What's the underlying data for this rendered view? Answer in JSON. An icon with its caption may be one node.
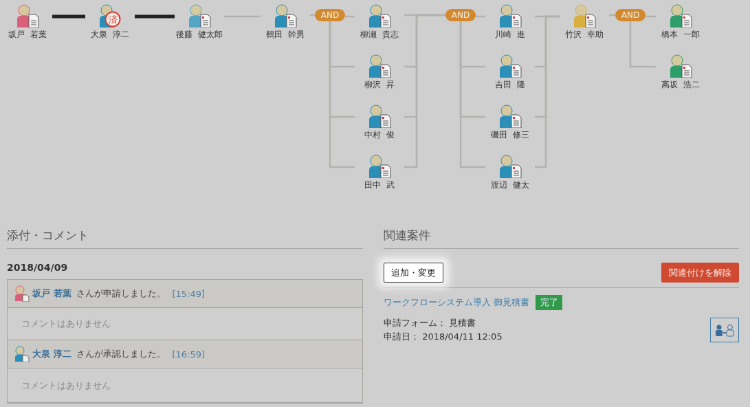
{
  "diagram": {
    "nodes": [
      {
        "text": [
          "坂戸 若葉"
        ]
      },
      {
        "text": [
          "済",
          "大泉 淳二"
        ]
      },
      {
        "text": [
          "後藤 健太郎"
        ]
      },
      {
        "text": [
          "鶴田 幹男"
        ]
      },
      {
        "text": [
          "AND"
        ]
      },
      {
        "text": [
          "柳瀬 貴志"
        ]
      },
      {
        "text": [
          "柳沢 昇"
        ]
      },
      {
        "text": [
          "中村 俊"
        ]
      },
      {
        "text": [
          "田中 武"
        ]
      },
      {
        "text": [
          "AND"
        ]
      },
      {
        "text": [
          "川崎 進"
        ]
      },
      {
        "text": [
          "吉田 隆"
        ]
      },
      {
        "text": [
          "磯田 修三"
        ]
      },
      {
        "text": [
          "渡辺 健太"
        ]
      },
      {
        "text": [
          "竹沢 幸助"
        ]
      },
      {
        "text": [
          "AND"
        ]
      },
      {
        "text": [
          "橋本 一郎"
        ]
      },
      {
        "text": [
          "高坂 浩二"
        ]
      }
    ],
    "edges": [
      {
        "from": 0,
        "to": 1,
        "arrow": "none",
        "style": "thick",
        "color": "#222222"
      },
      {
        "from": 1,
        "to": 2,
        "arrow": "none",
        "style": "thick",
        "color": "#222222"
      },
      {
        "from": 2,
        "to": 3,
        "arrow": "none"
      },
      {
        "from": 3,
        "to": 4,
        "arrow": "none"
      },
      {
        "from": 4,
        "to": 5,
        "arrow": "none"
      },
      {
        "from": 4,
        "to": 6,
        "arrow": "none"
      },
      {
        "from": 4,
        "to": 7,
        "arrow": "none"
      },
      {
        "from": 4,
        "to": 8,
        "arrow": "none"
      },
      {
        "from": 5,
        "to": 9,
        "arrow": "none"
      },
      {
        "from": 6,
        "to": 9,
        "arrow": "none"
      },
      {
        "from": 7,
        "to": 9,
        "arrow": "none"
      },
      {
        "from": 8,
        "to": 9,
        "arrow": "none"
      },
      {
        "from": 9,
        "to": 10,
        "arrow": "none"
      },
      {
        "from": 9,
        "to": 11,
        "arrow": "none"
      },
      {
        "from": 9,
        "to": 12,
        "arrow": "none"
      },
      {
        "from": 9,
        "to": 13,
        "arrow": "none"
      },
      {
        "from": 10,
        "to": 14,
        "arrow": "none"
      },
      {
        "from": 11,
        "to": 14,
        "arrow": "none"
      },
      {
        "from": 12,
        "to": 14,
        "arrow": "none"
      },
      {
        "from": 13,
        "to": 14,
        "arrow": "none"
      },
      {
        "from": 14,
        "to": 15,
        "arrow": "none"
      },
      {
        "from": 15,
        "to": 16,
        "arrow": "none"
      },
      {
        "from": 15,
        "to": 17,
        "arrow": "none"
      }
    ],
    "labels": [
      "添付・コメント",
      "2018/04/09",
      "坂戸 若葉",
      "さんが申請しました。",
      "[15:49]",
      "コメントはありません",
      "大泉 淳二",
      "さんが承認しました。",
      "[16:59]",
      "コメントはありません",
      "関連案件",
      "追加・変更",
      "関連付けを解除",
      "ワークフローシステム導入 御見積書",
      "完了",
      "申請フォーム： 見積書",
      "申請日： 2018/04/11 12:05"
    ]
  }
}
